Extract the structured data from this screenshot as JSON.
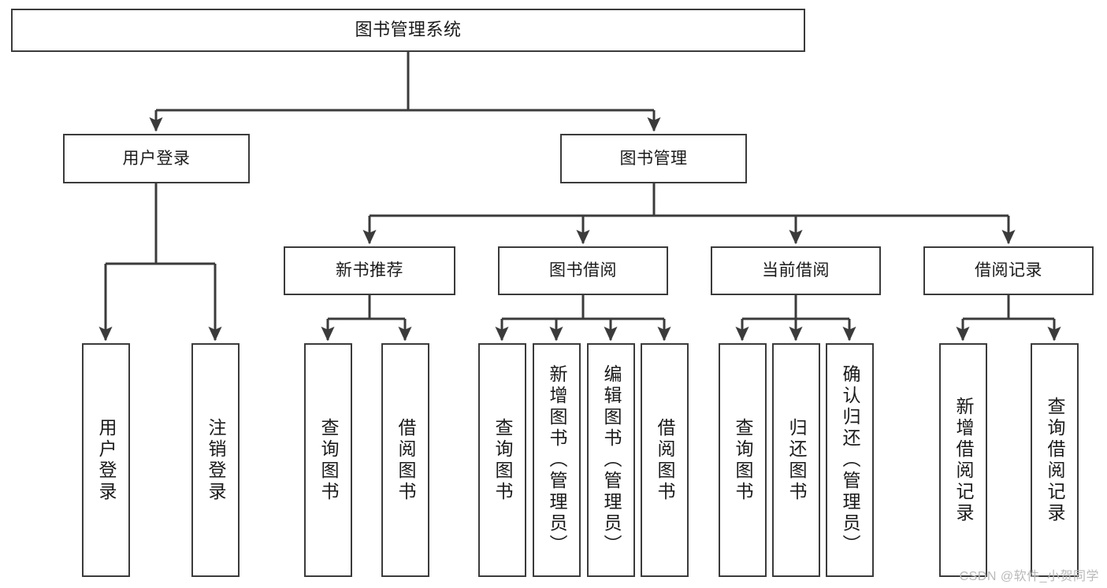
{
  "diagram": {
    "title": "图书管理系统",
    "type": "tree",
    "watermark": "CSDN @软件_小贺同学",
    "colors": {
      "box_border": "#3b3b3b",
      "box_fill": "#ffffff",
      "connector": "#3b3b3b",
      "text": "#1a1a1a",
      "watermark": "#b9b9b9",
      "background": "#ffffff"
    },
    "levels": {
      "root": "图书管理系统",
      "level2": [
        "用户登录",
        "图书管理"
      ],
      "level3": [
        "新书推荐",
        "图书借阅",
        "当前借阅",
        "借阅记录"
      ]
    },
    "nodes": {
      "root": {
        "label": "图书管理系统"
      },
      "user_login": {
        "label": "用户登录"
      },
      "book_manage": {
        "label": "图书管理"
      },
      "new_book_rec": {
        "label": "新书推荐"
      },
      "book_borrow": {
        "label": "图书借阅"
      },
      "current_borrow": {
        "label": "当前借阅"
      },
      "borrow_record": {
        "label": "借阅记录"
      },
      "leaf_user_login": {
        "label": "用户登录"
      },
      "leaf_user_logout": {
        "label": "注销登录"
      },
      "leaf_rec_query": {
        "label": "查询图书"
      },
      "leaf_rec_borrow": {
        "label": "借阅图书"
      },
      "leaf_borrow_query": {
        "label": "查询图书"
      },
      "leaf_borrow_add": {
        "label": "新增图书（管理员）"
      },
      "leaf_borrow_edit": {
        "label": "编辑图书（管理员）"
      },
      "leaf_borrow_lend": {
        "label": "借阅图书"
      },
      "leaf_cur_query": {
        "label": "查询图书"
      },
      "leaf_cur_return": {
        "label": "归还图书"
      },
      "leaf_cur_confirm": {
        "label": "确认归还（管理员）"
      },
      "leaf_rec_add": {
        "label": "新增借阅记录"
      },
      "leaf_rec_search": {
        "label": "查询借阅记录"
      }
    },
    "edges": [
      {
        "from": "root",
        "to": "user_login"
      },
      {
        "from": "root",
        "to": "book_manage"
      },
      {
        "from": "user_login",
        "to": "leaf_user_login"
      },
      {
        "from": "user_login",
        "to": "leaf_user_logout"
      },
      {
        "from": "book_manage",
        "to": "new_book_rec"
      },
      {
        "from": "book_manage",
        "to": "book_borrow"
      },
      {
        "from": "book_manage",
        "to": "current_borrow"
      },
      {
        "from": "book_manage",
        "to": "borrow_record"
      },
      {
        "from": "new_book_rec",
        "to": "leaf_rec_query"
      },
      {
        "from": "new_book_rec",
        "to": "leaf_rec_borrow"
      },
      {
        "from": "book_borrow",
        "to": "leaf_borrow_query"
      },
      {
        "from": "book_borrow",
        "to": "leaf_borrow_add"
      },
      {
        "from": "book_borrow",
        "to": "leaf_borrow_edit"
      },
      {
        "from": "book_borrow",
        "to": "leaf_borrow_lend"
      },
      {
        "from": "current_borrow",
        "to": "leaf_cur_query"
      },
      {
        "from": "current_borrow",
        "to": "leaf_cur_return"
      },
      {
        "from": "current_borrow",
        "to": "leaf_cur_confirm"
      },
      {
        "from": "borrow_record",
        "to": "leaf_rec_add"
      },
      {
        "from": "borrow_record",
        "to": "leaf_rec_search"
      }
    ]
  }
}
